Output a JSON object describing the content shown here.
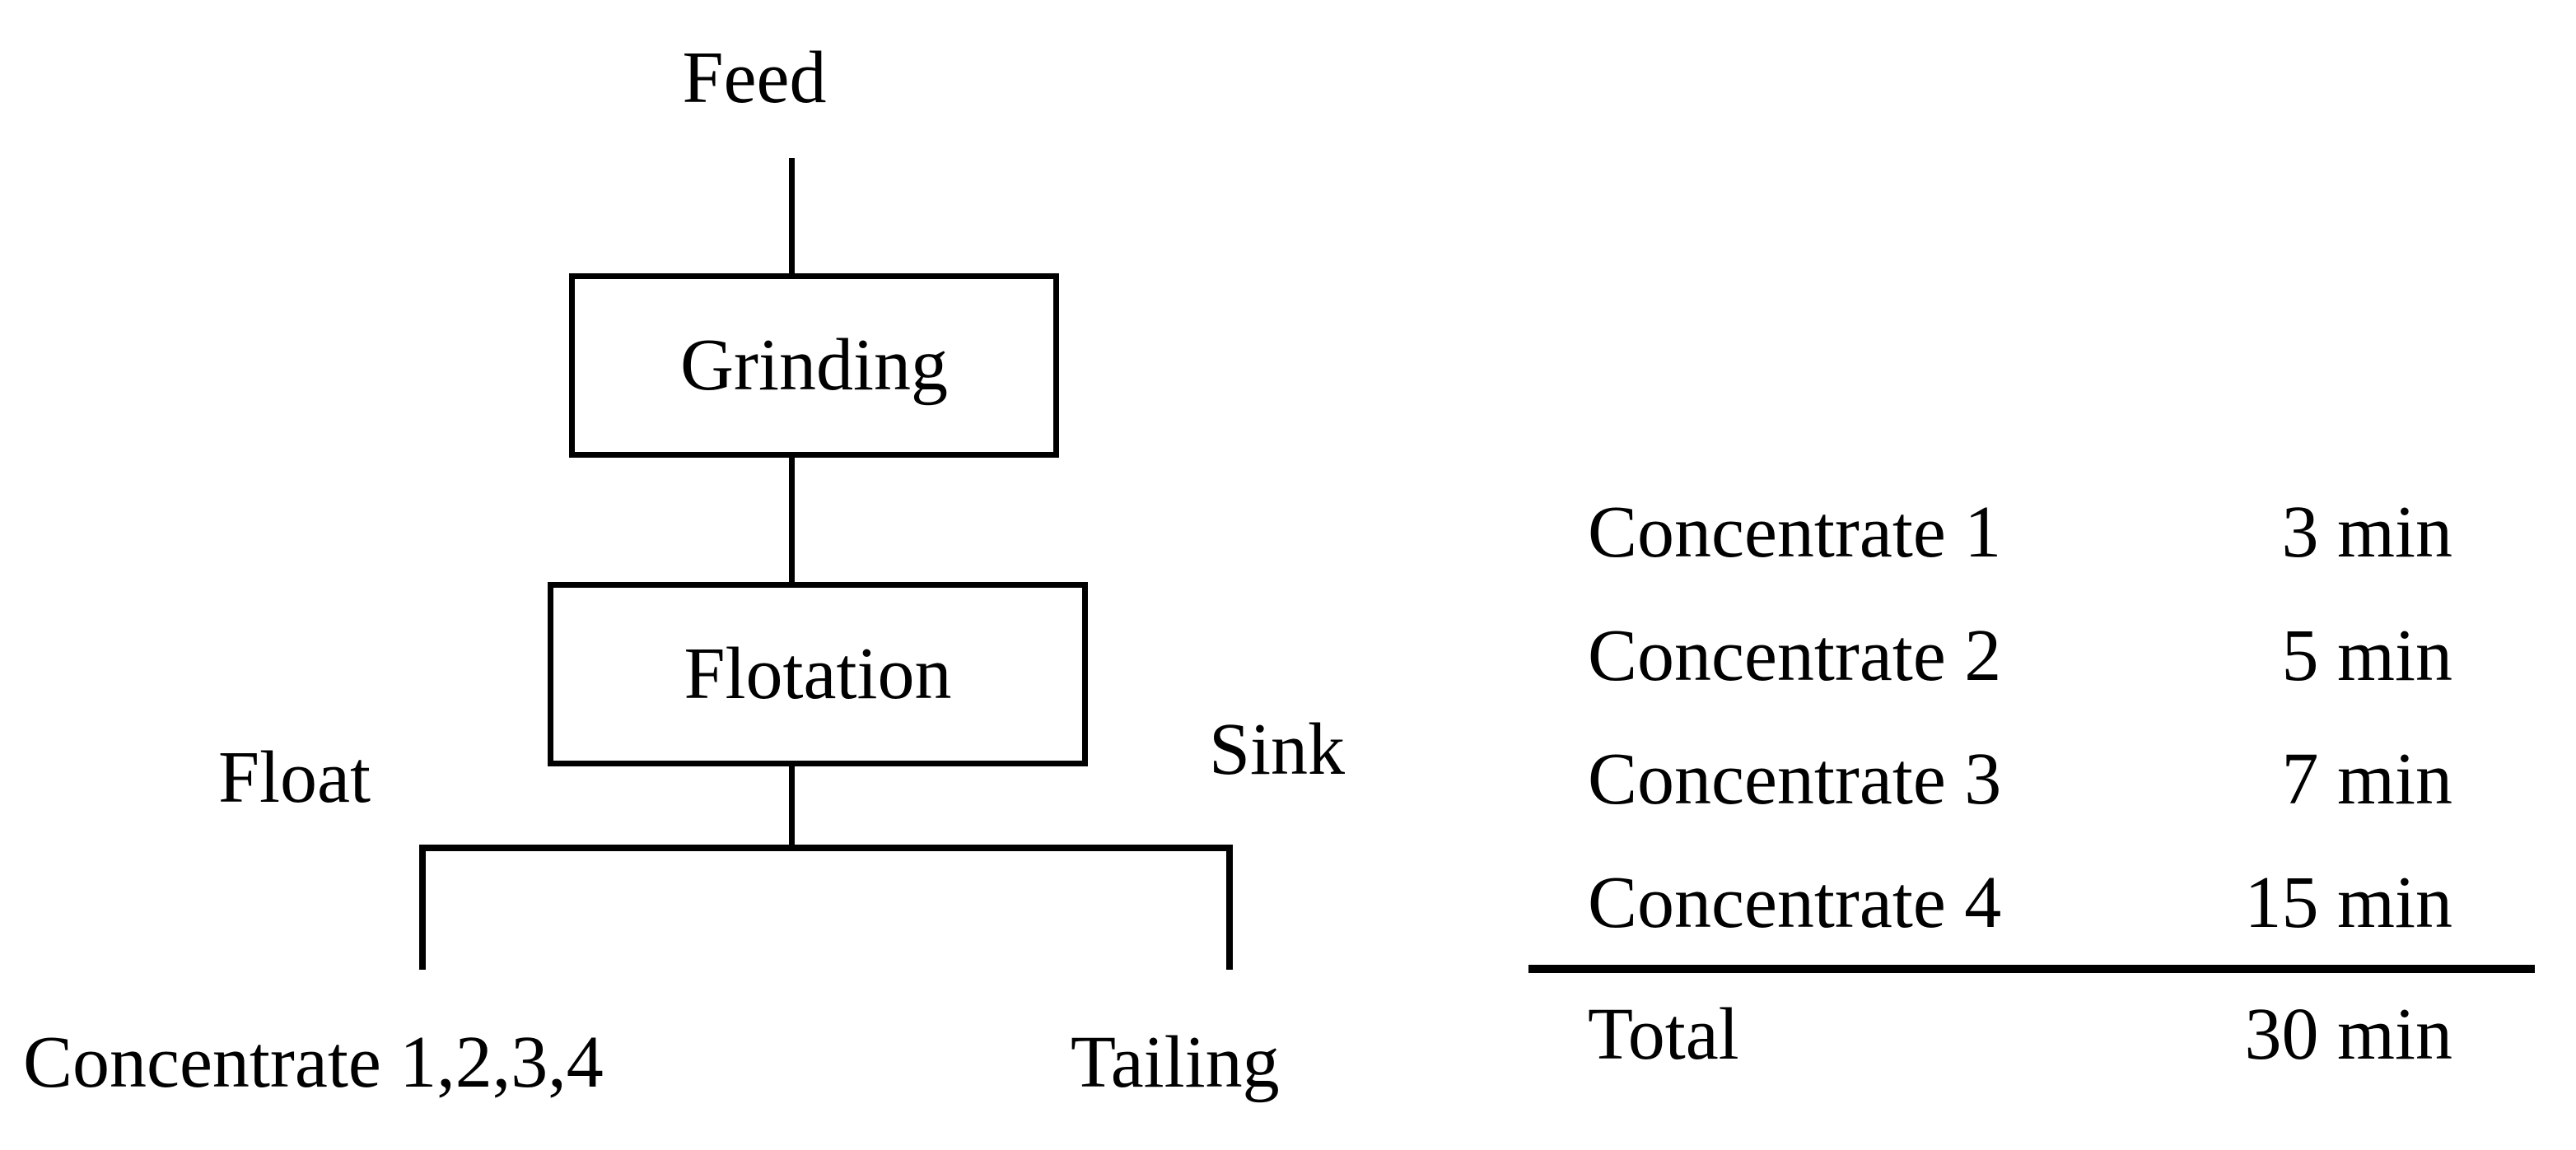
{
  "figure": {
    "background_color": "#ffffff",
    "ink_color": "#000000",
    "description": "Flotation kinetics test flowsheet with cumulative concentrate collection times"
  },
  "flowchart": {
    "feed_label": "Feed",
    "grinding_label": "Grinding",
    "flotation_label": "Flotation",
    "float_label": "Float",
    "sink_label": "Sink",
    "concentrates_label": "Concentrate 1,2,3,4",
    "tailing_label": "Tailing"
  },
  "table": {
    "rows": [
      {
        "label": "Concentrate 1",
        "value": "3 min"
      },
      {
        "label": "Concentrate 2",
        "value": "5 min"
      },
      {
        "label": "Concentrate 3",
        "value": "7 min"
      },
      {
        "label": "Concentrate 4",
        "value": "15 min"
      }
    ],
    "total": {
      "label": "Total",
      "value": "30 min"
    }
  }
}
